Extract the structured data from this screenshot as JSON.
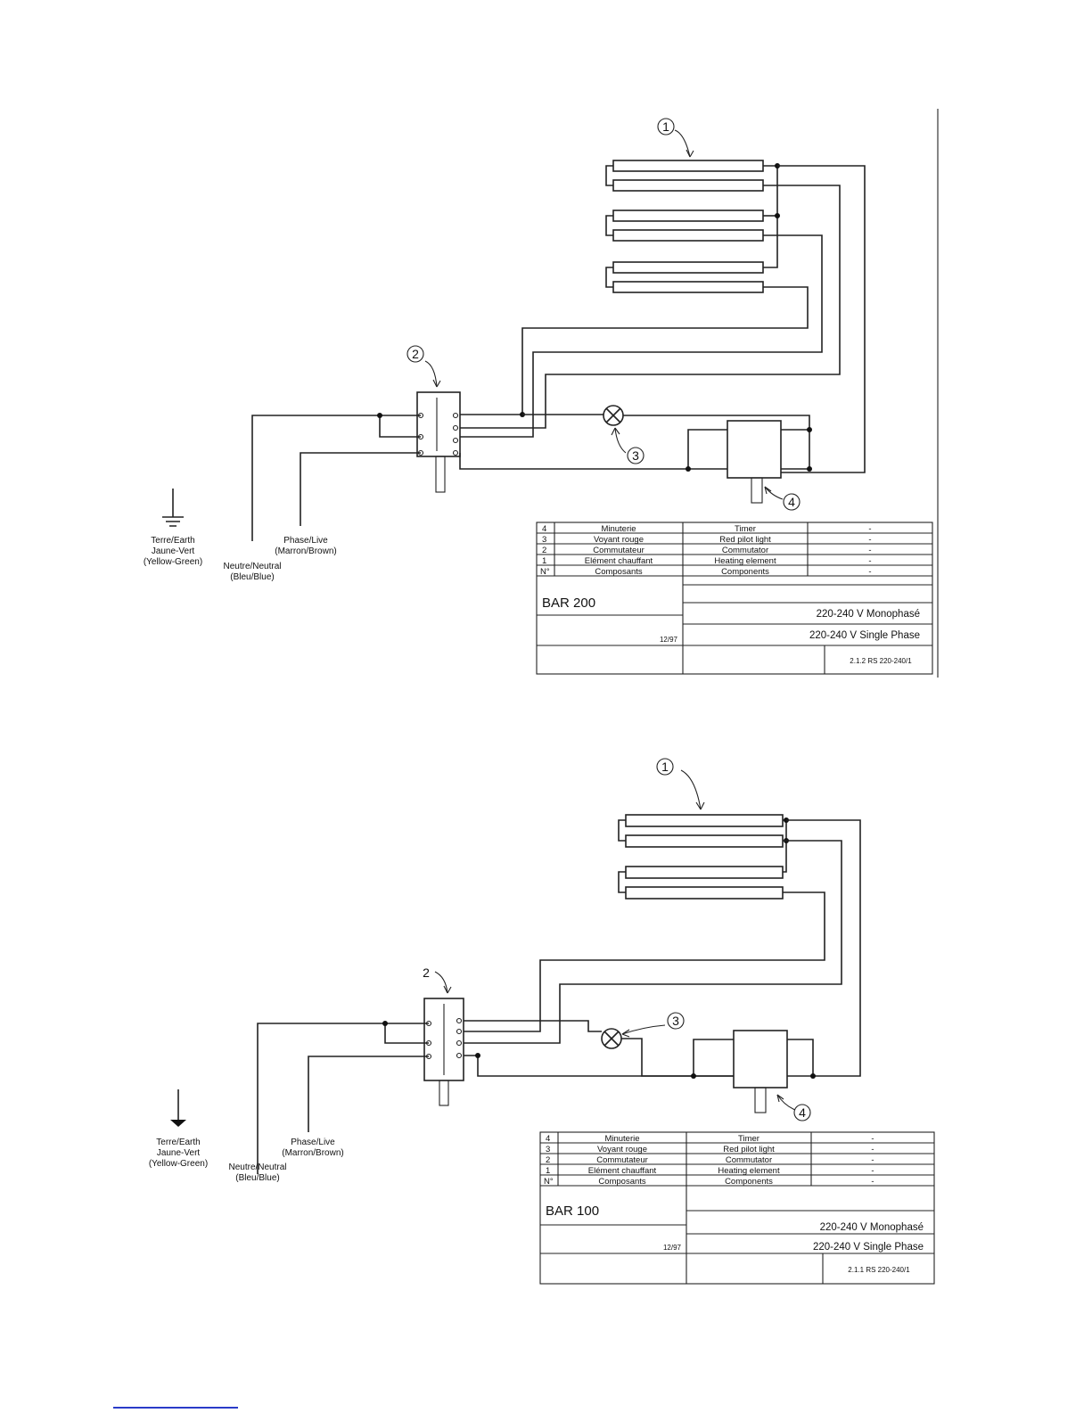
{
  "legend_labels": {
    "earth": [
      "Terre/Earth",
      "Jaune-Vert",
      "(Yellow-Green)"
    ],
    "neutral": [
      "Neutre/Neutral",
      "(Bleu/Blue)"
    ],
    "live": [
      "Phase/Live",
      "(Marron/Brown)"
    ]
  },
  "callouts": [
    "1",
    "2",
    "3",
    "4"
  ],
  "diagrams": [
    {
      "table": {
        "rows": [
          {
            "n": "4",
            "fr": "Minuterie",
            "en": "Timer",
            "extra": "-"
          },
          {
            "n": "3",
            "fr": "Voyant rouge",
            "en": "Red pilot light",
            "extra": "-"
          },
          {
            "n": "2",
            "fr": "Commutateur",
            "en": "Commutator",
            "extra": "-"
          },
          {
            "n": "1",
            "fr": "Elément chauffant",
            "en": "Heating element",
            "extra": "-"
          },
          {
            "n": "N°",
            "fr": "Composants",
            "en": "Components",
            "extra": "-"
          }
        ],
        "model": "BAR 200",
        "voltage_fr": "220-240 V Monophasé",
        "voltage_en": "220-240 V Single Phase",
        "date": "12/97",
        "ref": "2.1.2 RS 220-240/1"
      }
    },
    {
      "table": {
        "rows": [
          {
            "n": "4",
            "fr": "Minuterie",
            "en": "Timer",
            "extra": "-"
          },
          {
            "n": "3",
            "fr": "Voyant rouge",
            "en": "Red pilot light",
            "extra": "-"
          },
          {
            "n": "2",
            "fr": "Commutateur",
            "en": "Commutator",
            "extra": "-"
          },
          {
            "n": "1",
            "fr": "Elément chauffant",
            "en": "Heating element",
            "extra": "-"
          },
          {
            "n": "N°",
            "fr": "Composants",
            "en": "Components",
            "extra": "-"
          }
        ],
        "model": "BAR 100",
        "voltage_fr": "220-240 V Monophasé",
        "voltage_en": "220-240 V Single Phase",
        "date": "12/97",
        "ref": "2.1.1 RS 220-240/1"
      }
    }
  ]
}
